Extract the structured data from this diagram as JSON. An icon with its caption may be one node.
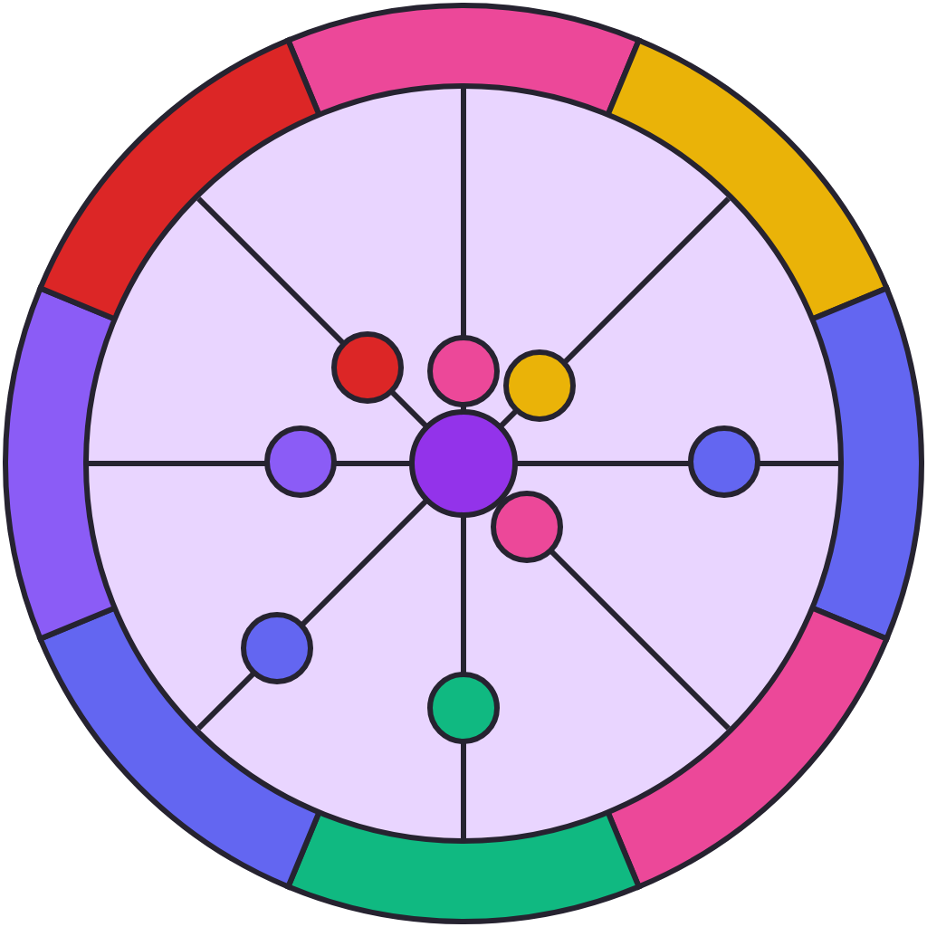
{
  "diagram": {
    "nodes": [
      {
        "text": [],
        "shape": "circle"
      },
      {
        "text": [],
        "shape": "circle",
        "in": 0
      },
      {
        "text": [],
        "shape": "circle",
        "in": 0
      },
      {
        "text": [],
        "shape": "circle",
        "in": 0
      },
      {
        "text": [],
        "shape": "circle",
        "in": 0
      },
      {
        "text": [],
        "shape": "circle",
        "in": 0
      },
      {
        "text": [],
        "shape": "circle",
        "in": 0
      },
      {
        "text": [],
        "shape": "circle",
        "in": 0
      },
      {
        "text": [],
        "shape": "circle",
        "in": 0
      },
      {
        "text": [],
        "shape": "circle",
        "in": 0
      }
    ]
  }
}
